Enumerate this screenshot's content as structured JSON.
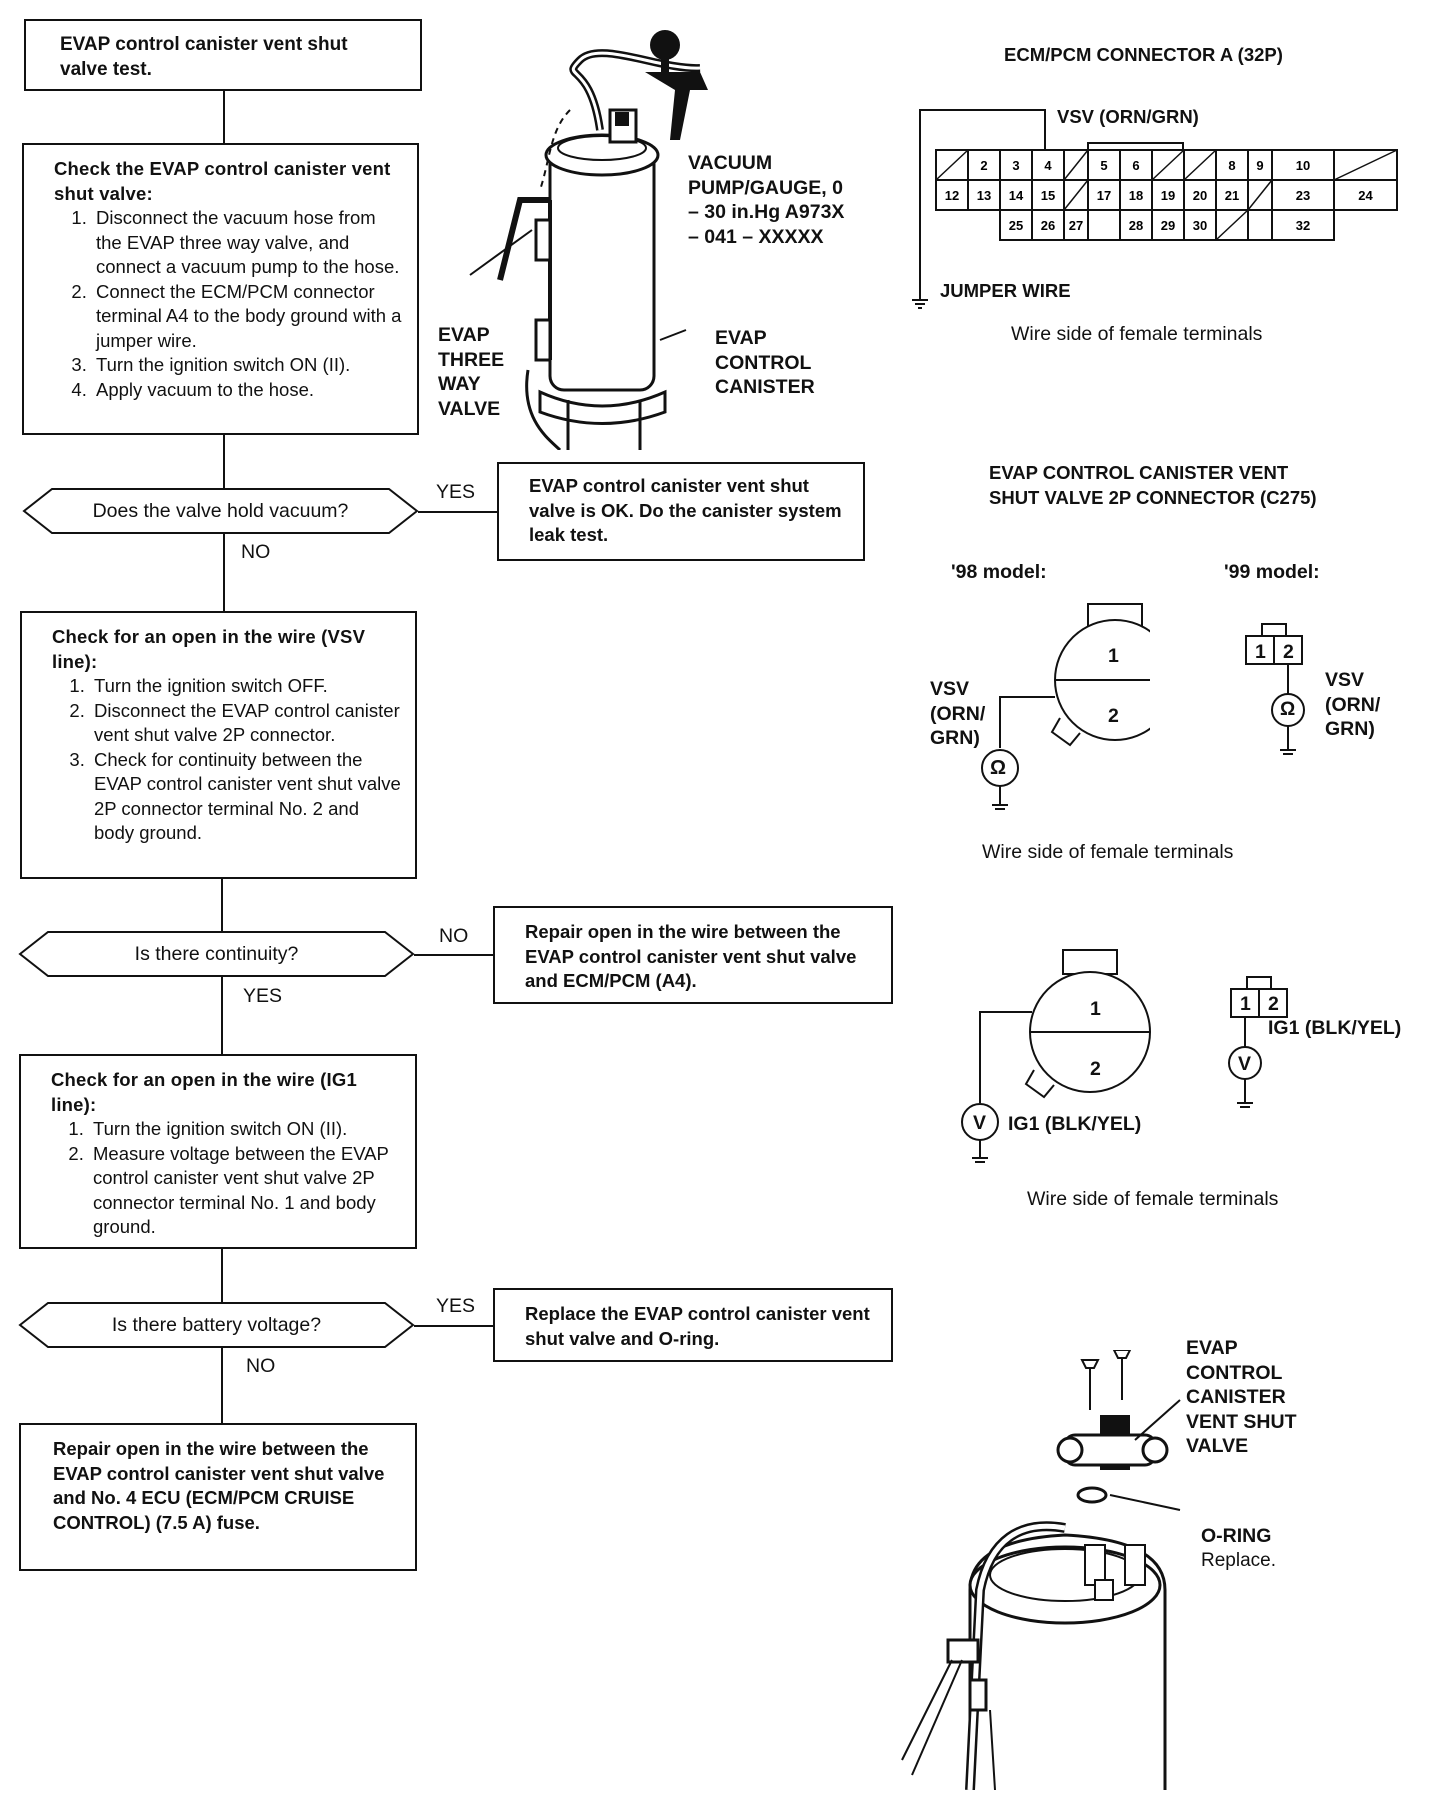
{
  "flow": {
    "start": "EVAP control canister vent shut valve test.",
    "step1": {
      "heading": "Check the EVAP control canister vent shut valve:",
      "items": [
        "Disconnect the vacuum hose from the EVAP three way valve, and connect a vacuum pump to the hose.",
        "Connect the ECM/PCM connector terminal A4 to the body ground with a jumper wire.",
        "Turn the ignition switch ON (II).",
        "Apply vacuum to the hose."
      ]
    },
    "q1": "Does the valve hold vacuum?",
    "q1_yes": "YES",
    "q1_no": "NO",
    "r1": "EVAP control canister vent shut valve is OK. Do the canister system leak test.",
    "step2": {
      "heading": "Check for an open in the wire (VSV line):",
      "items": [
        "Turn the ignition switch OFF.",
        "Disconnect the EVAP control canister vent shut valve 2P connector.",
        "Check for continuity between the EVAP control canister vent shut valve 2P connector terminal No. 2 and body ground."
      ]
    },
    "q2": "Is there continuity?",
    "q2_no": "NO",
    "q2_yes": "YES",
    "r2": "Repair open in the wire between the EVAP control canister vent shut valve and ECM/PCM (A4).",
    "step3": {
      "heading": "Check for an open in the wire (IG1 line):",
      "items": [
        "Turn the ignition switch ON (II).",
        "Measure voltage between the EVAP control canister vent shut valve 2P connector terminal No. 1 and body ground."
      ]
    },
    "q3": "Is there battery voltage?",
    "q3_yes": "YES",
    "q3_no": "NO",
    "r3": "Replace the EVAP control canister vent shut valve and O-ring.",
    "final": "Repair open in the wire between the EVAP control canister vent shut valve and No. 4 ECU (ECM/PCM CRUISE CONTROL) (7.5 A) fuse."
  },
  "illustration1": {
    "pump_label": "VACUUM PUMP/GAUGE, 0 – 30 in.Hg A973X – 041 – XXXXX",
    "three_way_label": "EVAP THREE WAY VALVE",
    "canister_label": "EVAP CONTROL CANISTER"
  },
  "ecm_connector": {
    "title": "ECM/PCM CONNECTOR A (32P)",
    "vsv_label": "VSV (ORN/GRN)",
    "jumper_label": "JUMPER WIRE",
    "caption": "Wire side of female terminals",
    "row1": [
      "",
      "2",
      "3",
      "4",
      "",
      "5",
      "6",
      "",
      "",
      "8",
      "9",
      "10",
      ""
    ],
    "row2": [
      "12",
      "13",
      "14",
      "15",
      "",
      "17",
      "18",
      "19",
      "20",
      "21",
      "",
      "23",
      "24"
    ],
    "row3": [
      "25",
      "26",
      "27",
      "28",
      "29",
      "30",
      "",
      "32"
    ]
  },
  "valve_connector": {
    "title": "EVAP CONTROL CANISTER VENT SHUT VALVE 2P CONNECTOR (C275)",
    "model98": "'98 model:",
    "model99": "'99 model:",
    "pin1": "1",
    "pin2": "2",
    "vsv_label_98": "VSV (ORN/ GRN)",
    "vsv_label_99": "VSV (ORN/ GRN)",
    "ohm_symbol": "Ω",
    "caption1": "Wire side of female terminals",
    "ig1_label_98": "IG1 (BLK/YEL)",
    "ig1_label_99": "IG1 (BLK/YEL)",
    "volt_symbol": "V",
    "caption2": "Wire side of female terminals"
  },
  "illustration2": {
    "valve_label": "EVAP CONTROL CANISTER VENT SHUT VALVE",
    "oring_label": "O-RING",
    "oring_note": "Replace."
  }
}
